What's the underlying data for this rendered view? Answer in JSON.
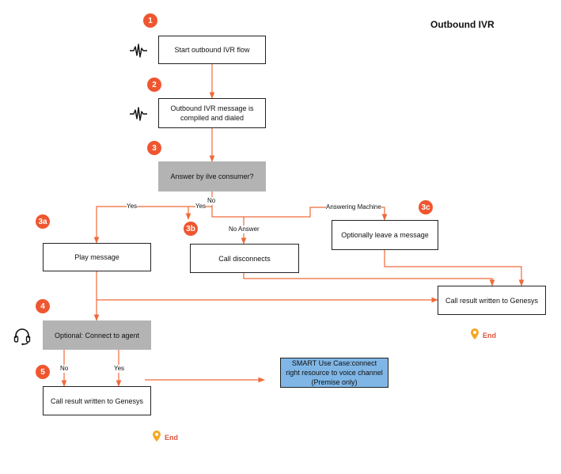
{
  "title": "Outbound IVR",
  "nodes": {
    "start": "Start outbound IVR flow",
    "compile": "Outbound IVR message is compiled and dialed",
    "answer": "Answer by ilve consumer?",
    "play": "Play message",
    "disconnect": "Call disconnects",
    "leave_message": "Optionally leave a message",
    "result_right": "Call result written to Genesys",
    "connect_agent": "Optional: Connect to agent",
    "result_bottom": "Call result written to Genesys",
    "smart": "SMART Use Case:connect right resource to voice channel (Premise only)"
  },
  "badges": {
    "b1": "1",
    "b2": "2",
    "b3": "3",
    "b3a": "3a",
    "b3b": "3b",
    "b3c": "3c",
    "b4": "4",
    "b5": "5"
  },
  "edge_labels": {
    "yes_left": "Yes",
    "yes_mid": "Yes",
    "no_top": "No",
    "no_answer": "No Answer",
    "answering_machine": "Answering Machine",
    "no_bottom": "No",
    "yes_bottom": "Yes"
  },
  "end_labels": {
    "end_right": "End",
    "end_bottom": "End"
  },
  "colors": {
    "connector": "#ef6a3a",
    "badge": "#ef5630",
    "grey_box": "#b3b3b3",
    "blue_box": "#7fb6e6",
    "pin": "#f5a623"
  },
  "icons": [
    "waveform-icon",
    "waveform-icon",
    "headset-icon",
    "location-pin-icon",
    "location-pin-icon"
  ]
}
